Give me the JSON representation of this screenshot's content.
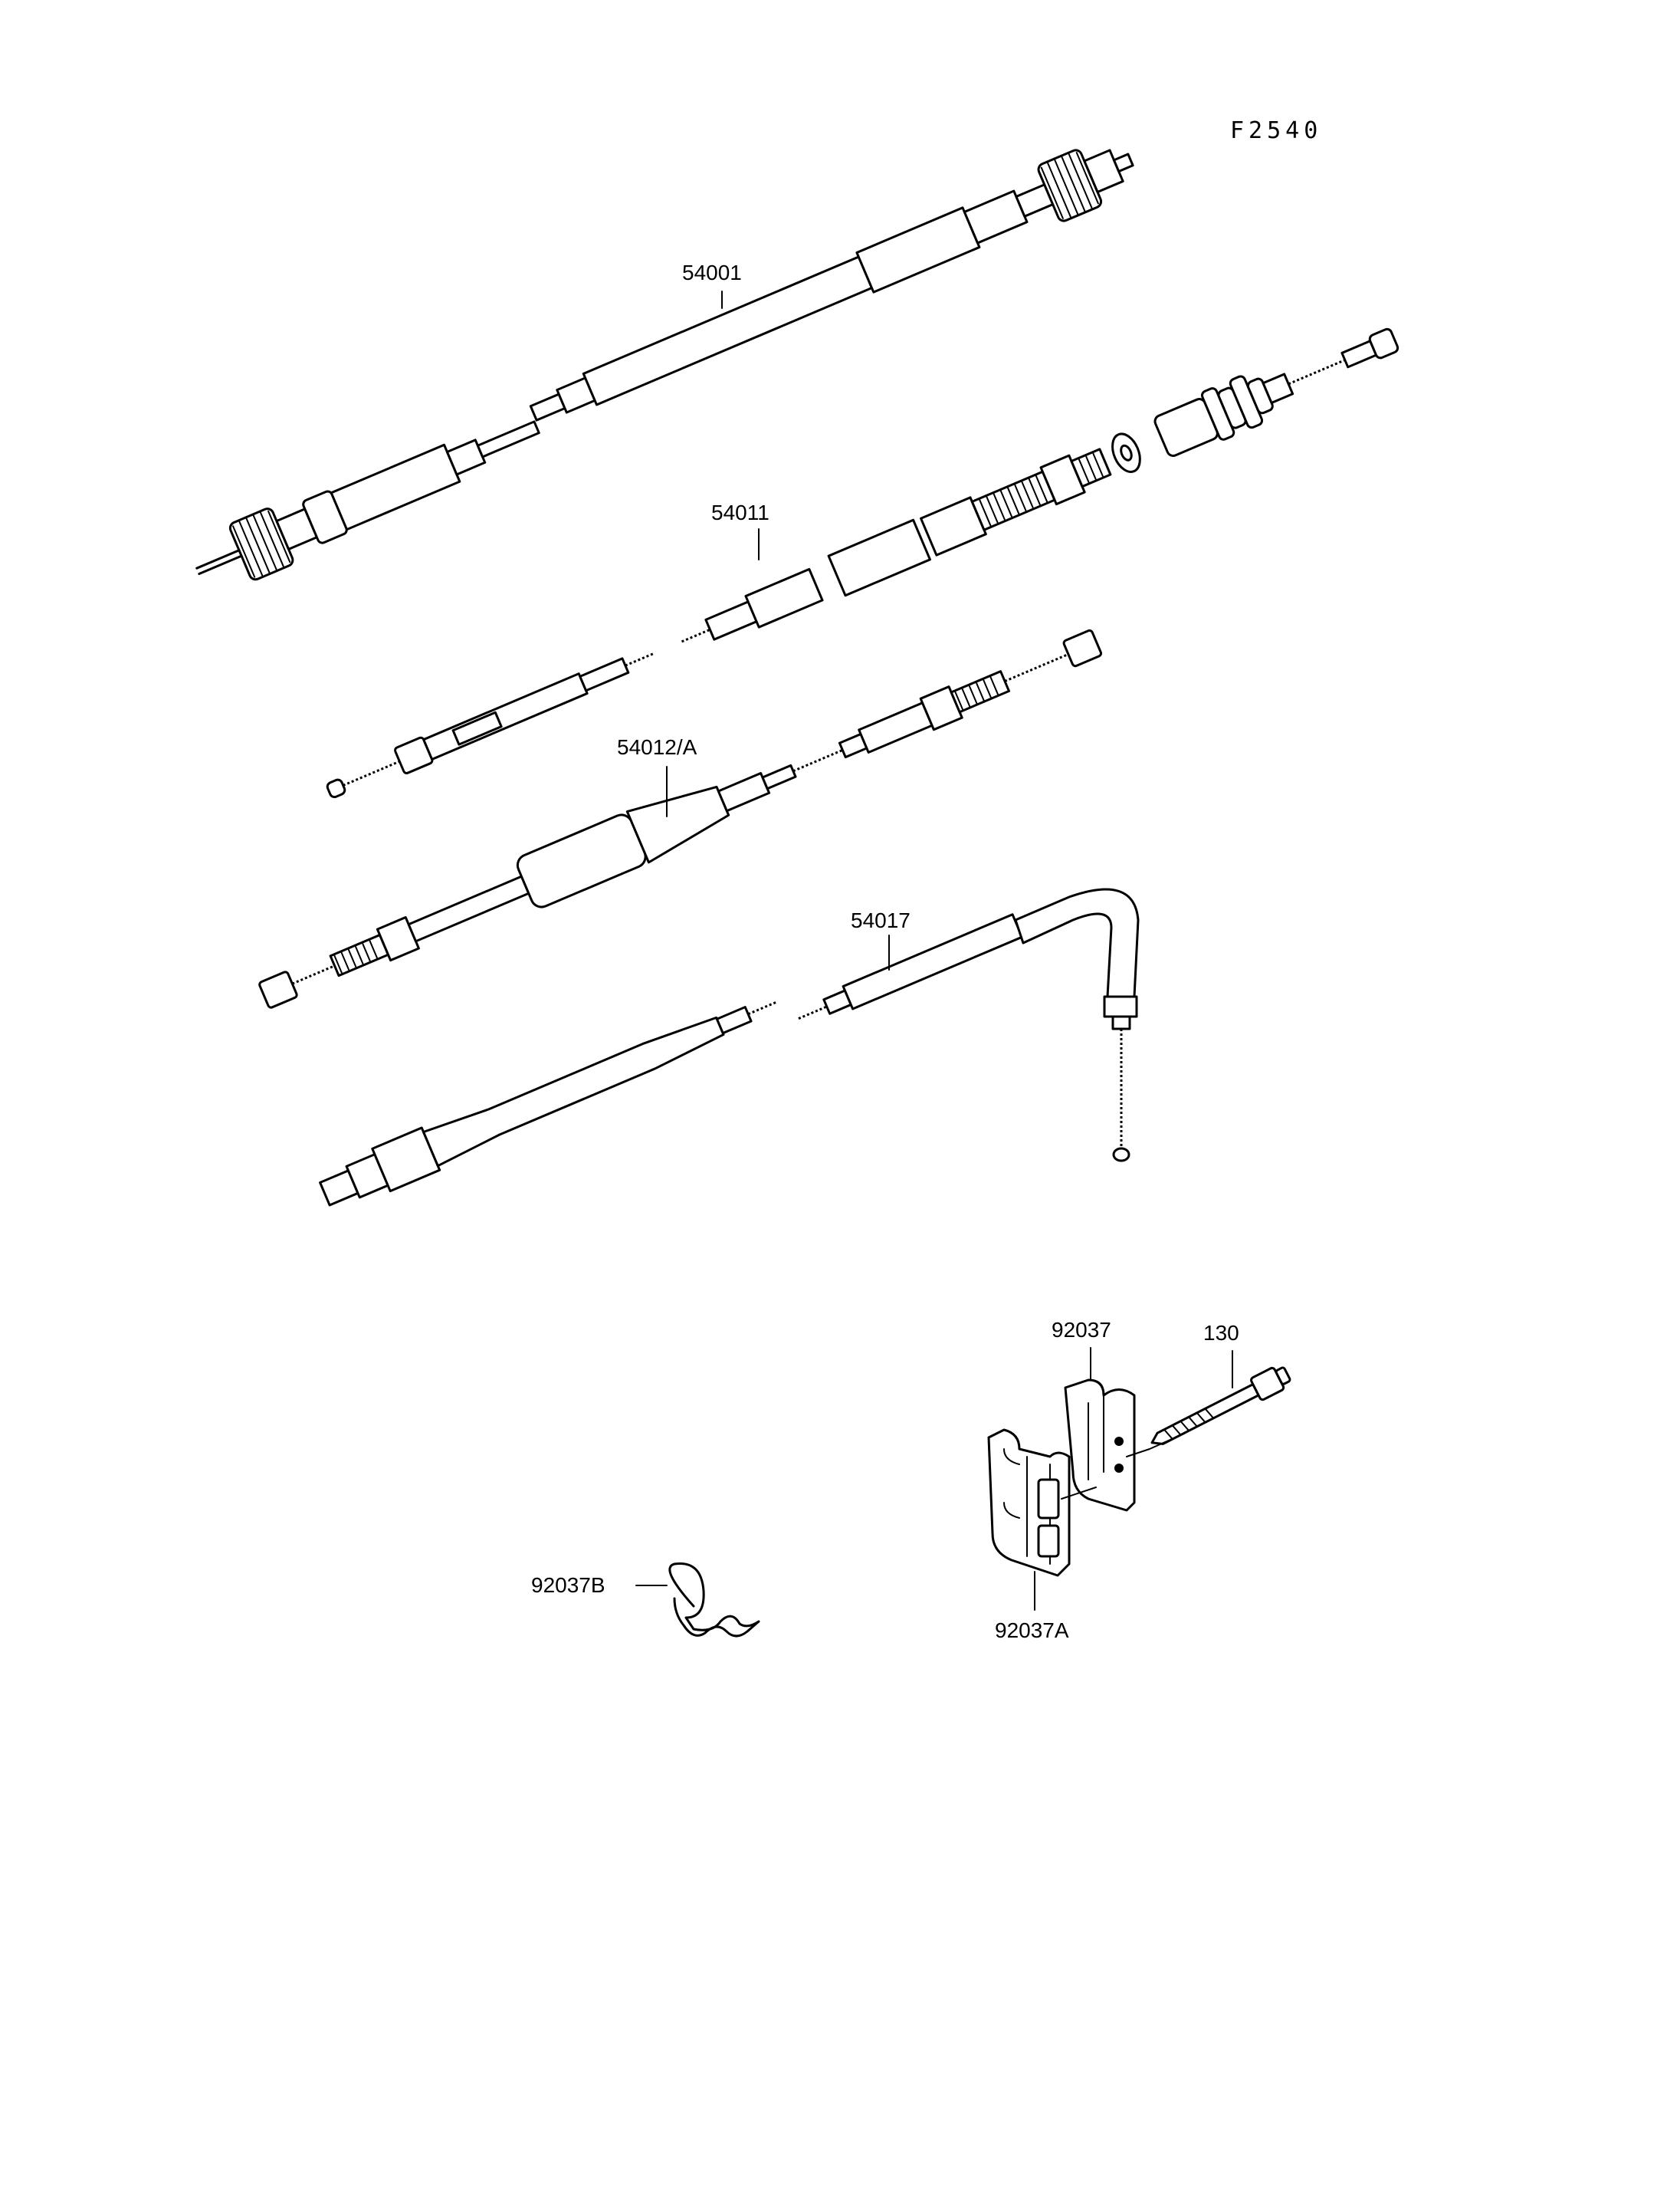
{
  "figure_code": "F2540",
  "parts": [
    {
      "id": "speedometer-cable",
      "label": "54001"
    },
    {
      "id": "clutch-cable-adjuster",
      "label": "54011"
    },
    {
      "id": "clutch-cable",
      "label": "54012/A"
    },
    {
      "id": "choke-cable",
      "label": "54017"
    },
    {
      "id": "cable-clamp",
      "label": "92037"
    },
    {
      "id": "bolt",
      "label": "130"
    },
    {
      "id": "cable-clamp-a",
      "label": "92037A"
    },
    {
      "id": "cable-clip",
      "label": "92037B"
    }
  ]
}
